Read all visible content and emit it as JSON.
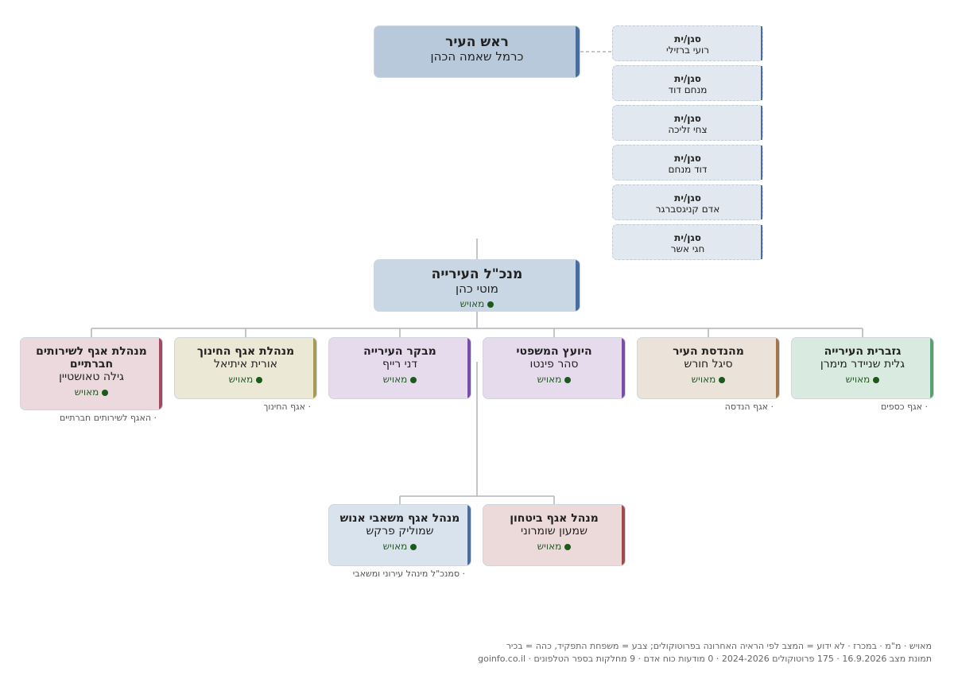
{
  "mayor": {
    "title": "ראש העיר",
    "person": "כרמל שאמה הכהן"
  },
  "deputies": [
    {
      "title": "סגן/ית",
      "person": "רועי ברזילי"
    },
    {
      "title": "סגן/ית",
      "person": "מנחם דוד"
    },
    {
      "title": "סגן/ית",
      "person": "צחי זליכה"
    },
    {
      "title": "סגן/ית",
      "person": "דוד מנחם"
    },
    {
      "title": "סגן/ית",
      "person": "אדם קניגסברגר"
    },
    {
      "title": "סגן/ית",
      "person": "חגי אשר"
    }
  ],
  "ceo": {
    "title": "מנכ\"ל העירייה",
    "person": "מוטי כהן",
    "status": "מאויש"
  },
  "departments": [
    {
      "title": "גזברית העירייה",
      "person": "גלית שניידר מימרן",
      "status": "מאויש",
      "note": "· אגף כספים",
      "color": "#5aa06e",
      "bg": "#d9ebe1"
    },
    {
      "title": "מהנדסת העיר",
      "person": "סיגל חורש",
      "status": "מאויש",
      "note": "· אגף הנדסה",
      "color": "#a0764a",
      "bg": "#ebe2d9"
    },
    {
      "title": "היועץ המשפטי",
      "person": "סהר פינטו",
      "status": "מאויש",
      "note": "",
      "color": "#7a4ea6",
      "bg": "#e5dbed"
    },
    {
      "title": "מבקר העירייה",
      "person": "דני רייף",
      "status": "מאויש",
      "note": "",
      "color": "#7a4ea6",
      "bg": "#e5dbed"
    },
    {
      "title": "מנהלת אגף החינוך",
      "person": "אורית איתיאל",
      "status": "מאויש",
      "note": "· אגף החינוך",
      "color": "#a89a4e",
      "bg": "#ebe8d6"
    },
    {
      "title": "מנהלת אגף לשירותים חברתיים",
      "person": "גילה טאושטיין",
      "status": "מאויש",
      "note": "· האגף לשירותים חברתיים",
      "color": "#a04a62",
      "bg": "#ebd9de"
    }
  ],
  "sub": [
    {
      "title": "מנהל אגף ביטחון",
      "person": "שמעון שומרוני",
      "status": "מאויש",
      "note": "",
      "color": "#a04a4a",
      "bg": "#ecdada"
    },
    {
      "title": "מנהל אגף משאבי אנוש",
      "person": "שמוליק פרקש",
      "status": "מאויש",
      "note": "· סמנכ\"ל מינהל עירוני ומשאבי",
      "color": "#4a6e9b",
      "bg": "#d9e3ed"
    }
  ],
  "colors": {
    "mayor_bg": "#b8c9dc",
    "ceo_bg": "#c9d6e3",
    "exec_bar": "#4a6e9b",
    "line": "#b0b4b8"
  },
  "footer": {
    "line1": "מאויש · מ\"מ · במכרז · לא ידוע = המצב לפי הראיה האחרונה בפרוטוקולים; צבע = משפחת התפקיד, כהה = בכיר",
    "line2": "תמונת מצב 16.9.2026 · 175 פרוטוקולים 2024-2026 · 0 מודעות כוח אדם · 9 מחלקות בספר הטלפונים · goinfo.co.il"
  }
}
